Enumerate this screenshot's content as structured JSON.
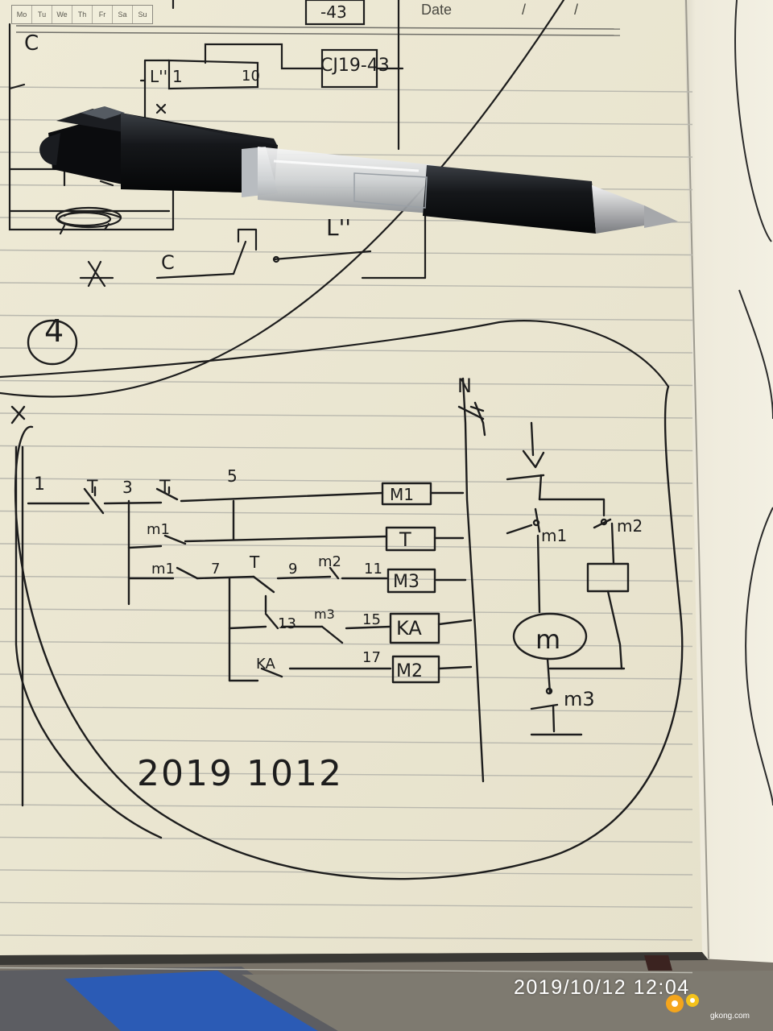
{
  "notebook": {
    "weekdays": [
      "Mo",
      "Tu",
      "We",
      "Th",
      "Fr",
      "Sa",
      "Su"
    ],
    "date_label": "Date",
    "date_slash": "/"
  },
  "sketch_top": {
    "labels": [
      "C",
      "L''",
      "1",
      "10",
      "CJ19-43",
      "-43",
      "L''",
      "C"
    ]
  },
  "sketch_main": {
    "section_number": "4",
    "neutral_label": "N",
    "control_labels": [
      "1",
      "T",
      "3",
      "T",
      "5",
      "m1",
      "m1",
      "7",
      "T",
      "9",
      "m2",
      "11",
      "13",
      "m3",
      "15",
      "KA",
      "17"
    ],
    "coils": [
      "M1",
      "T",
      "M3",
      "KA",
      "M2"
    ],
    "power_labels": [
      "m1",
      "m2",
      "m",
      "m3"
    ],
    "date_written": "2019 1012"
  },
  "photo": {
    "timestamp": "2019/10/12  12:04",
    "watermark_text": "gkong.com"
  },
  "colors": {
    "paper": "#f1eedb",
    "ink": "#1d1d1d",
    "rule_line": "#b7b6ad",
    "desk_blue": "#2b5bb5"
  }
}
